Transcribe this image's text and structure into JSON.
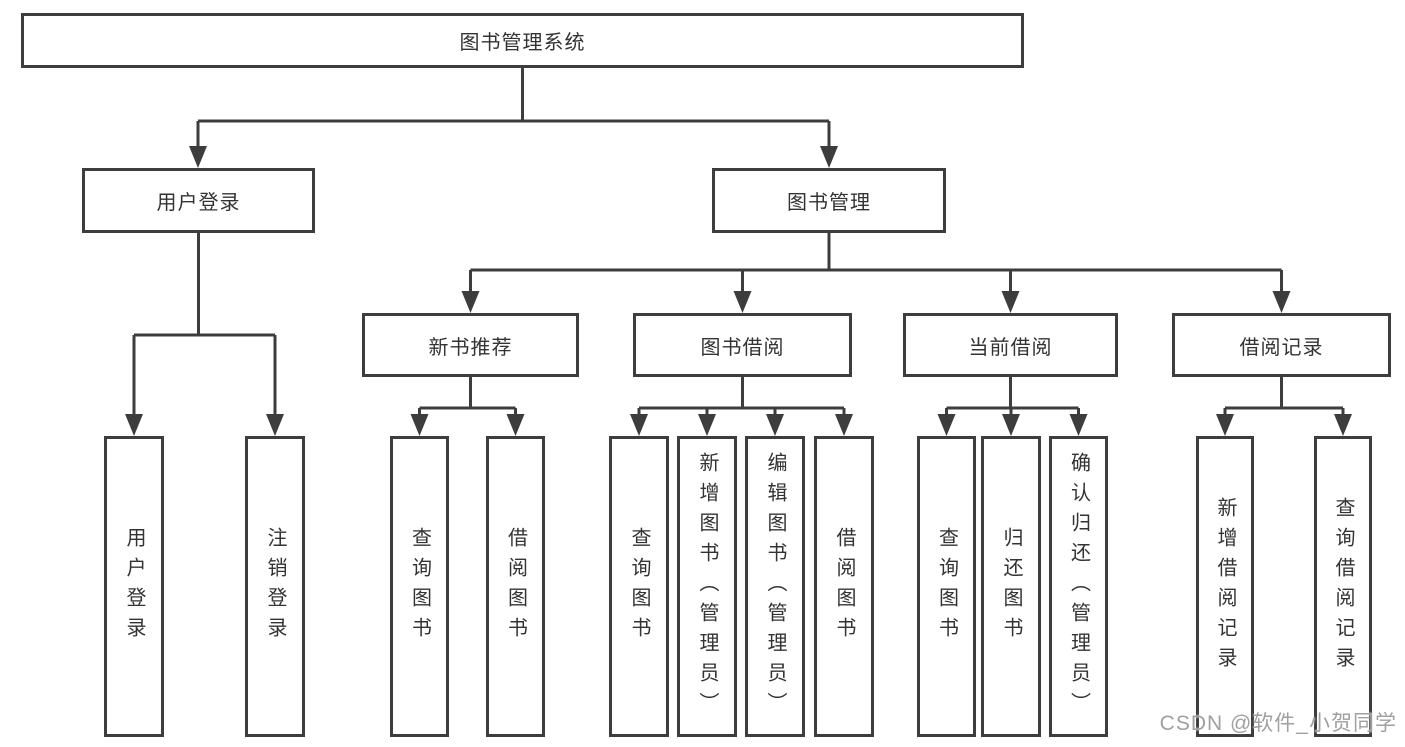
{
  "watermark": "CSDN @软件_小贺同学",
  "colors": {
    "line": "#3d3d3d",
    "box_border": "#3d3d3d",
    "box_background": "#ffffff",
    "text": "#333333",
    "watermark": "#a0a0a0"
  },
  "tree": {
    "label": "图书管理系统",
    "children": [
      {
        "label": "用户登录",
        "children": [
          {
            "label": "用户登录"
          },
          {
            "label": "注销登录"
          }
        ]
      },
      {
        "label": "图书管理",
        "children": [
          {
            "label": "新书推荐",
            "children": [
              {
                "label": "查询图书"
              },
              {
                "label": "借阅图书"
              }
            ]
          },
          {
            "label": "图书借阅",
            "children": [
              {
                "label": "查询图书"
              },
              {
                "label": "新增图书（管理员）"
              },
              {
                "label": "编辑图书（管理员）"
              },
              {
                "label": "借阅图书"
              }
            ]
          },
          {
            "label": "当前借阅",
            "children": [
              {
                "label": "查询图书"
              },
              {
                "label": "归还图书"
              },
              {
                "label": "确认归还（管理员）"
              }
            ]
          },
          {
            "label": "借阅记录",
            "children": [
              {
                "label": "新增借阅记录"
              },
              {
                "label": "查询借阅记录"
              }
            ]
          }
        ]
      }
    ]
  }
}
